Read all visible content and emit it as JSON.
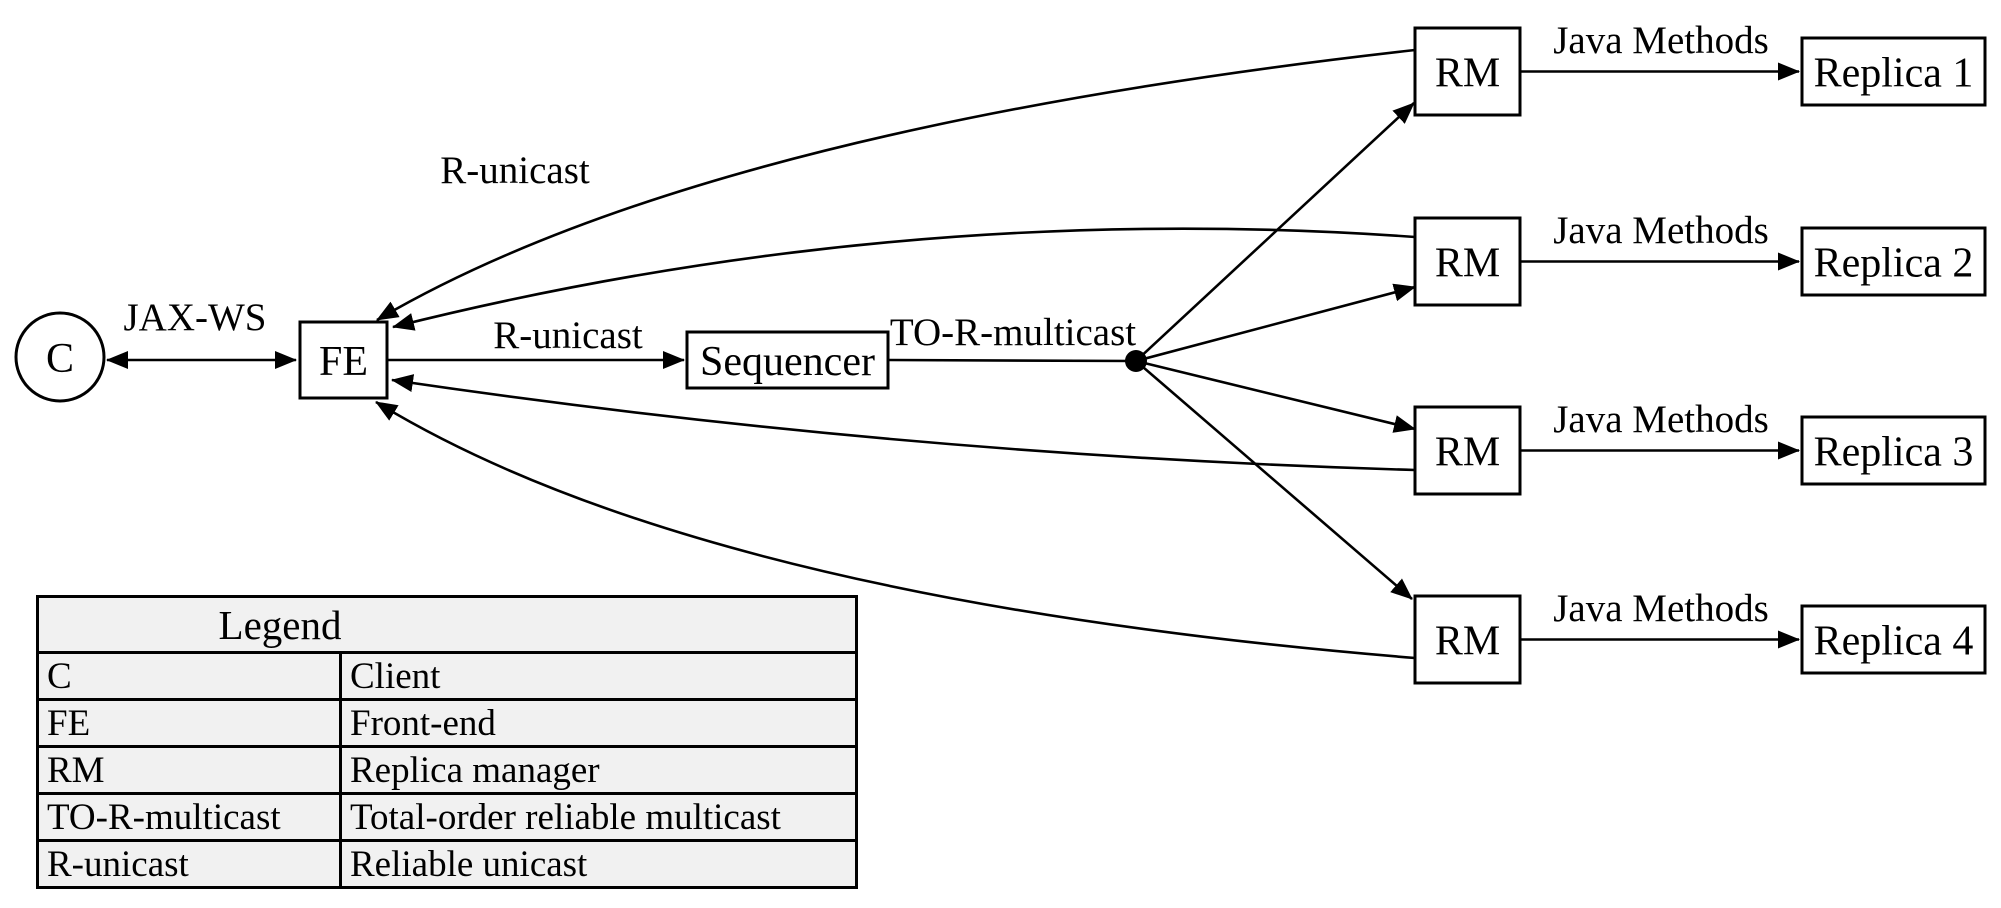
{
  "diagram": {
    "nodes": {
      "client": "C",
      "front_end": "FE",
      "sequencer": "Sequencer",
      "replica_manager": "RM",
      "replicas": [
        "Replica 1",
        "Replica 2",
        "Replica 3",
        "Replica 4"
      ]
    },
    "edge_labels": {
      "client_fe": "JAX-WS",
      "r_unicast": "R-unicast",
      "to_r_multicast": "TO-R-multicast",
      "java_methods": "Java Methods"
    }
  },
  "legend": {
    "title": "Legend",
    "rows": [
      {
        "term": "C",
        "definition": "Client"
      },
      {
        "term": "FE",
        "definition": "Front-end"
      },
      {
        "term": "RM",
        "definition": "Replica manager"
      },
      {
        "term": "TO-R-multicast",
        "definition": "Total-order reliable multicast"
      },
      {
        "term": "R-unicast",
        "definition": "Reliable unicast"
      }
    ]
  },
  "colors": {
    "stroke": "#000000",
    "background": "#ffffff",
    "legend_cell_fill": "#f1f1f1"
  }
}
